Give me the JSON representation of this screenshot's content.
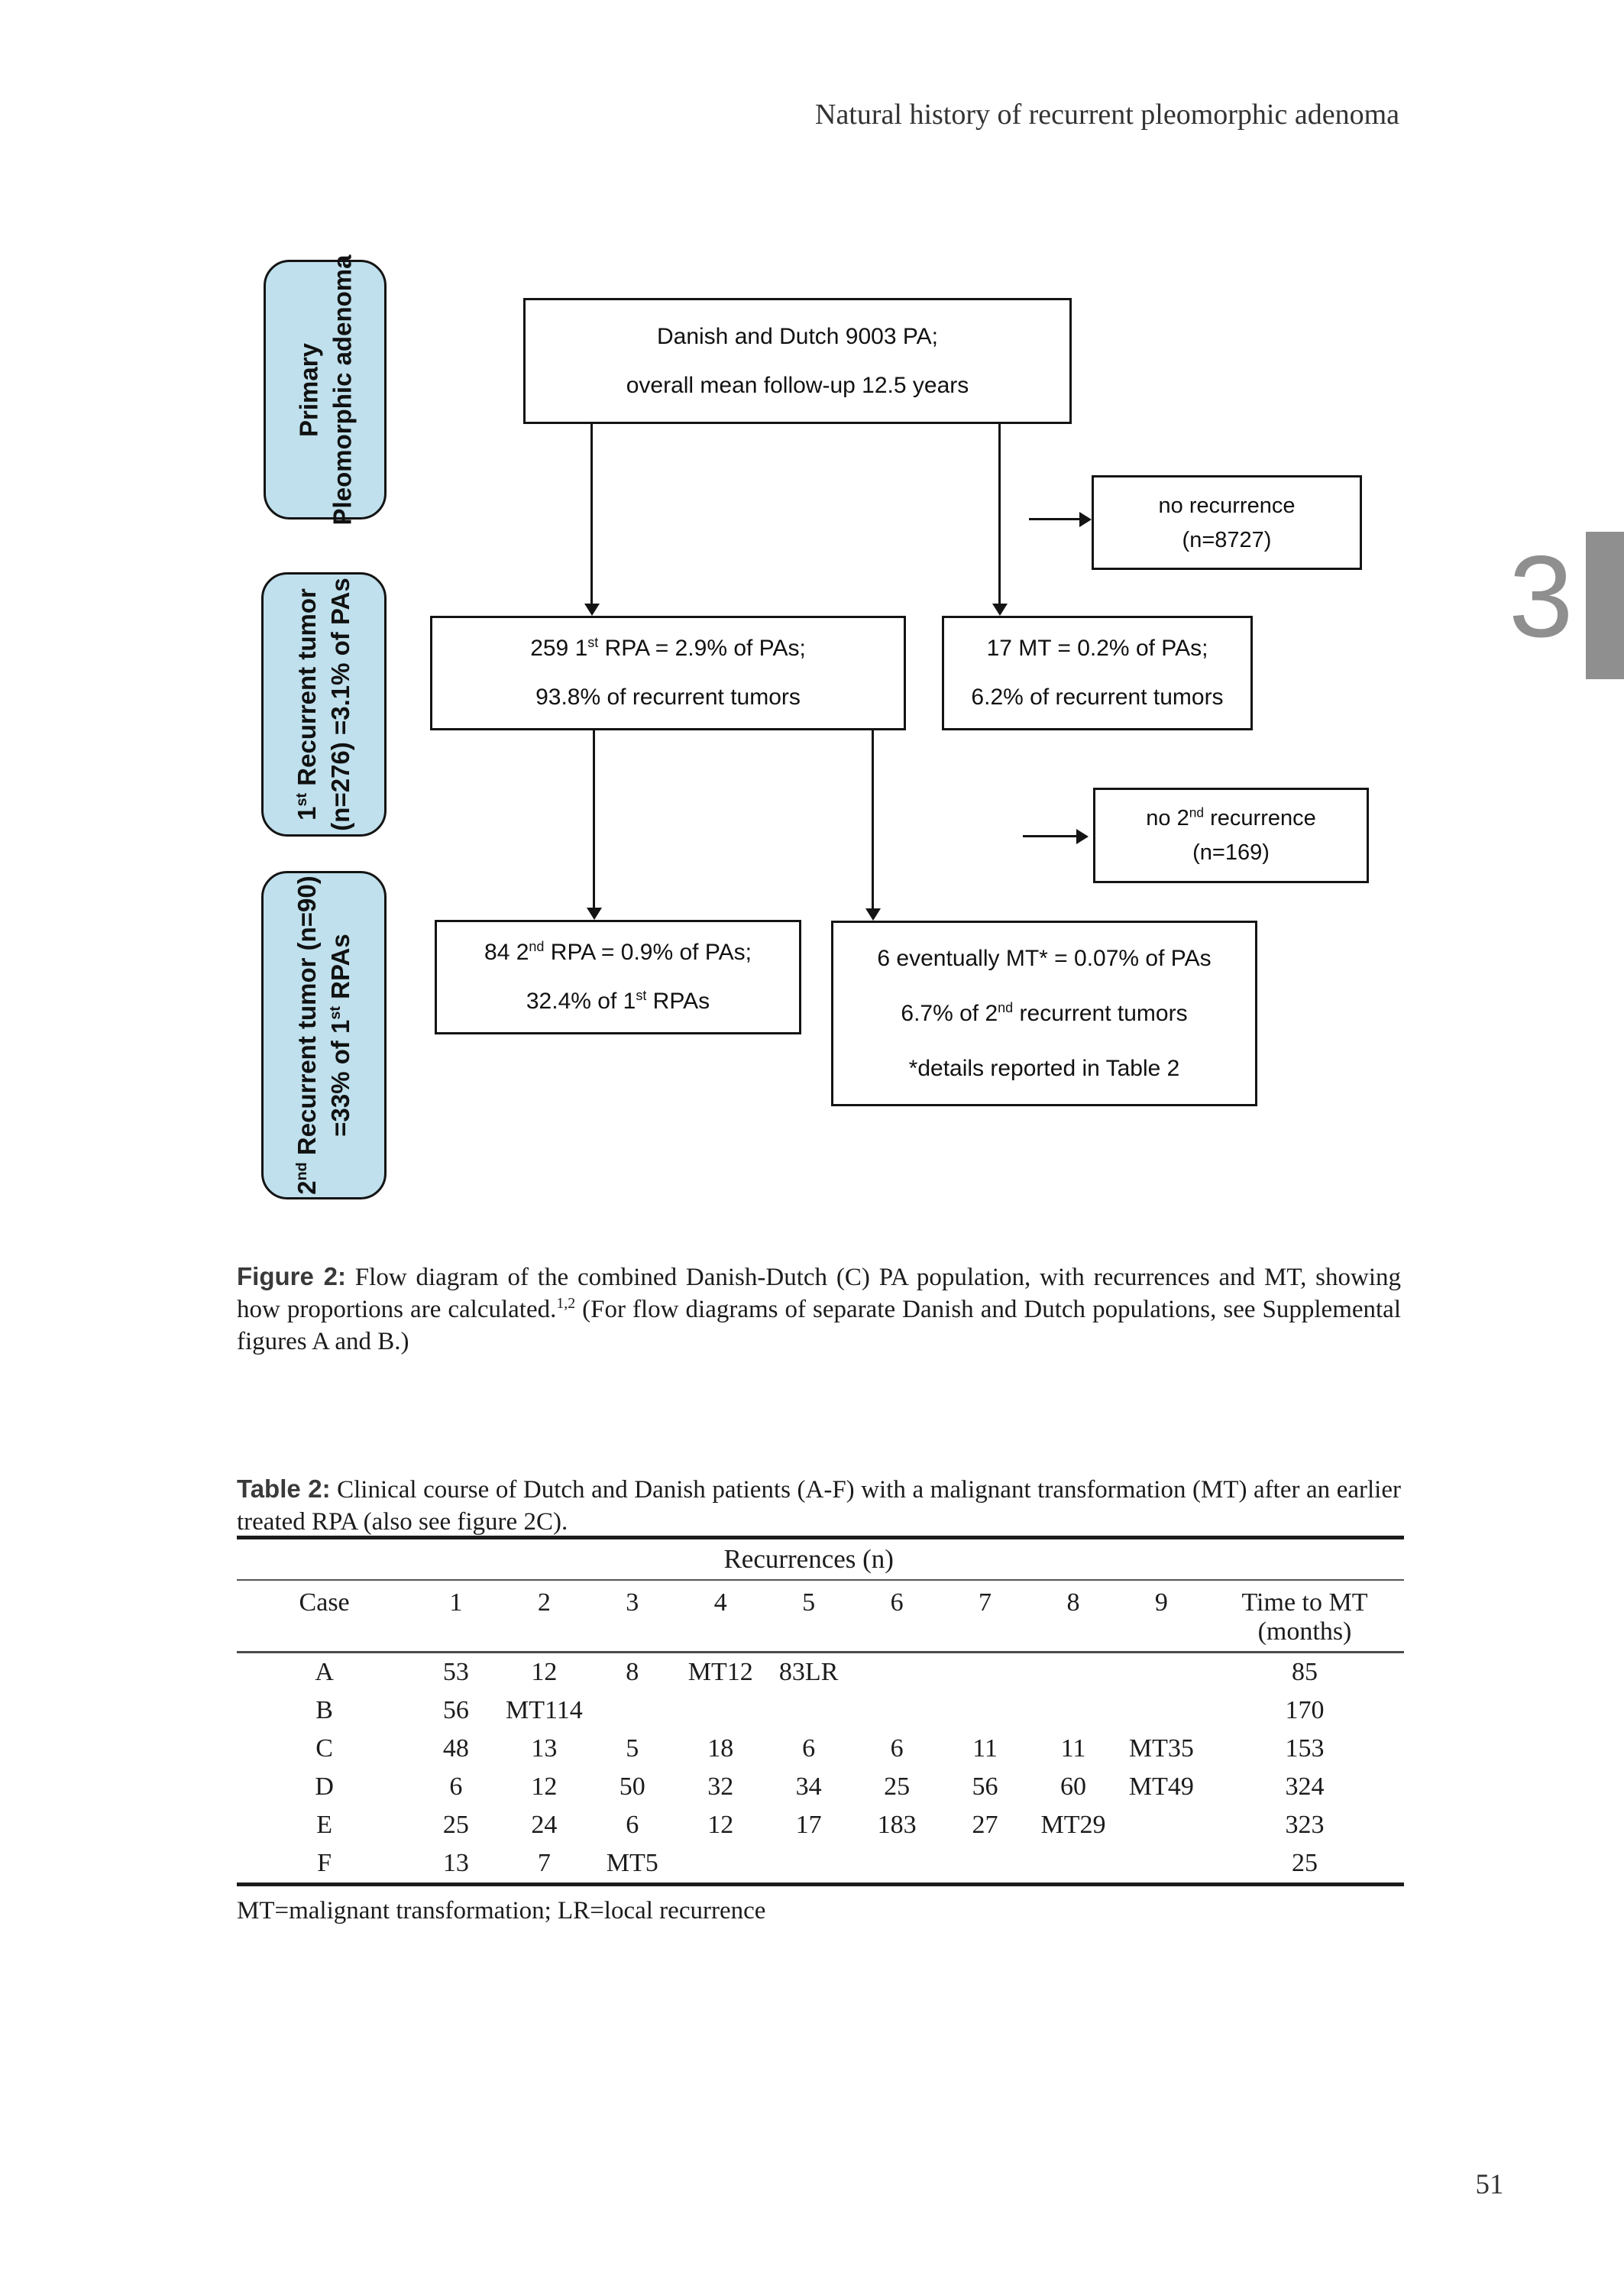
{
  "page": {
    "running_header": "Natural history of recurrent pleomorphic adenoma",
    "chapter_number": "3",
    "page_number": "51"
  },
  "diagram": {
    "side_labels": [
      {
        "line1": {
          "pre": "Primary",
          "sup": "",
          "post": ""
        },
        "line2": {
          "pre": "Pleomorphic adenoma",
          "sup": "",
          "post": ""
        }
      },
      {
        "line1": {
          "pre": "1",
          "sup": "st",
          "post": " Recurrent tumor"
        },
        "line2": {
          "pre": "(n=276) =3.1% of PAs",
          "sup": "",
          "post": ""
        }
      },
      {
        "line1": {
          "pre": "2",
          "sup": "nd",
          "post": " Recurrent tumor (n=90)"
        },
        "line2": {
          "pre": "=33% of 1",
          "sup": "st",
          "post": " RPAs"
        }
      }
    ],
    "boxes": {
      "root": {
        "line1": {
          "pre": "Danish and Dutch 9003 PA;",
          "sup": "",
          "post": ""
        },
        "line2": {
          "pre": "overall mean follow-up 12.5 years",
          "sup": "",
          "post": ""
        }
      },
      "no_recurrence": {
        "line1": {
          "pre": "no recurrence",
          "sup": "",
          "post": ""
        },
        "line2": {
          "pre": "(n=8727)",
          "sup": "",
          "post": ""
        }
      },
      "rpa1": {
        "line1": {
          "pre": "259 1",
          "sup": "st",
          "post": " RPA = 2.9% of PAs;"
        },
        "line2": {
          "pre": "93.8% of recurrent tumors",
          "sup": "",
          "post": ""
        }
      },
      "mt1": {
        "line1": {
          "pre": "17 MT = 0.2% of PAs;",
          "sup": "",
          "post": ""
        },
        "line2": {
          "pre": "6.2% of recurrent tumors",
          "sup": "",
          "post": ""
        }
      },
      "no_second_recurrence": {
        "line1": {
          "pre": "no 2",
          "sup": "nd",
          "post": " recurrence"
        },
        "line2": {
          "pre": "(n=169)",
          "sup": "",
          "post": ""
        }
      },
      "rpa2": {
        "line1": {
          "pre": "84 2",
          "sup": "nd",
          "post": " RPA = 0.9% of PAs;"
        },
        "line2": {
          "pre": "32.4% of 1",
          "sup": "st",
          "post": " RPAs"
        }
      },
      "mt2": {
        "line1": {
          "pre": "6 eventually MT* = 0.07% of PAs",
          "sup": "",
          "post": ""
        },
        "line2": {
          "pre": "6.7% of 2",
          "sup": "nd",
          "post": " recurrent tumors"
        },
        "line3": {
          "pre": "*details reported in Table 2",
          "sup": "",
          "post": ""
        }
      }
    },
    "accent_fill": "#bfe0ec",
    "line_color": "#141414"
  },
  "figure_caption": {
    "label": "Figure 2:",
    "text_pre": " Flow diagram of the combined Danish-Dutch (C) PA population, with recurrences and MT, showing how proportions are calculated.",
    "text_sup": "1,2",
    "text_post": " (For flow diagrams of separate Danish and Dutch populations, see Supplemental figures A and B.)"
  },
  "table": {
    "caption_label": "Table 2:",
    "caption_text": " Clinical course of Dutch and Danish patients (A-F) with a malignant transformation (MT) after an earlier treated RPA (also see figure 2C).",
    "group_header": "Recurrences (n)",
    "columns": [
      "Case",
      "1",
      "2",
      "3",
      "4",
      "5",
      "6",
      "7",
      "8",
      "9"
    ],
    "last_column": {
      "line1": "Time to MT",
      "line2": "(months)"
    },
    "rows": [
      {
        "case": "A",
        "values": [
          "53",
          "12",
          "8",
          "MT12",
          "83LR",
          "",
          "",
          "",
          ""
        ],
        "time_to_mt": "85"
      },
      {
        "case": "B",
        "values": [
          "56",
          "MT114",
          "",
          "",
          "",
          "",
          "",
          "",
          ""
        ],
        "time_to_mt": "170"
      },
      {
        "case": "C",
        "values": [
          "48",
          "13",
          "5",
          "18",
          "6",
          "6",
          "11",
          "11",
          "MT35"
        ],
        "time_to_mt": "153"
      },
      {
        "case": "D",
        "values": [
          "6",
          "12",
          "50",
          "32",
          "34",
          "25",
          "56",
          "60",
          "MT49"
        ],
        "time_to_mt": "324"
      },
      {
        "case": "E",
        "values": [
          "25",
          "24",
          "6",
          "12",
          "17",
          "183",
          "27",
          "MT29",
          ""
        ],
        "time_to_mt": "323"
      },
      {
        "case": "F",
        "values": [
          "13",
          "7",
          "MT5",
          "",
          "",
          "",
          "",
          "",
          ""
        ],
        "time_to_mt": "25"
      }
    ],
    "footnote": "MT=malignant transformation; LR=local recurrence"
  }
}
